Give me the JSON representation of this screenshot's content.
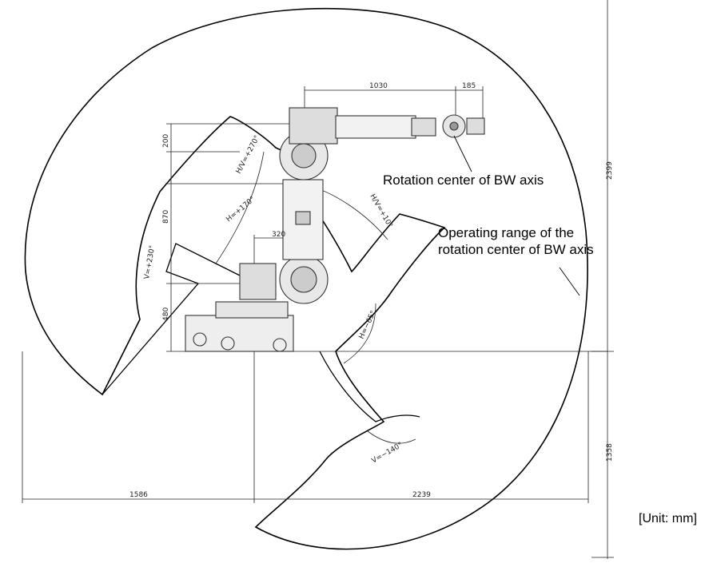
{
  "annotations": {
    "rotation_center": "Rotation center of BW axis",
    "operating_range_line1": "Operating range of the",
    "operating_range_line2": "rotation center of BW axis",
    "unit": "[Unit: mm]"
  },
  "dimensions": {
    "arm_length": "1030",
    "wrist_offset": "185",
    "height_total": "2399",
    "upper_200": "200",
    "mid_870": "870",
    "lower_480": "480",
    "base_offset": "320",
    "bottom_height": "1358",
    "left_reach": "1586",
    "right_reach": "2239"
  },
  "angles": {
    "h_v_270": "H/V=+270°",
    "h_170": "H=+170°",
    "h_v_10": "H/V=+10°",
    "v_230": "V=+230°",
    "h_65": "H=−65°",
    "v_140": "V=−140°"
  },
  "colors": {
    "line": "#000000",
    "drawing": "#333333",
    "background": "#ffffff"
  }
}
